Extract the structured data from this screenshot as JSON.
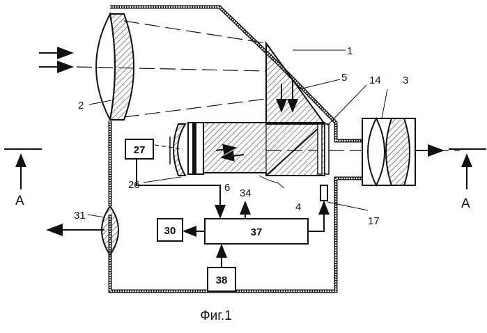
{
  "figure": {
    "caption": "Фиг.1",
    "section_marks": {
      "left": "A",
      "right": "A"
    },
    "labels": {
      "n1": "1",
      "n2": "2",
      "n3": "3",
      "n4": "4",
      "n5": "5",
      "n6": "6",
      "n14": "14",
      "n17": "17",
      "n26": "26",
      "n31": "31",
      "n34": "34"
    },
    "blocks": {
      "b27": "27",
      "b30": "30",
      "b37": "37",
      "b38": "38"
    }
  },
  "colors": {
    "ink": "#111111",
    "paper": "#ffffff",
    "hatch": "#3a3a3a"
  }
}
